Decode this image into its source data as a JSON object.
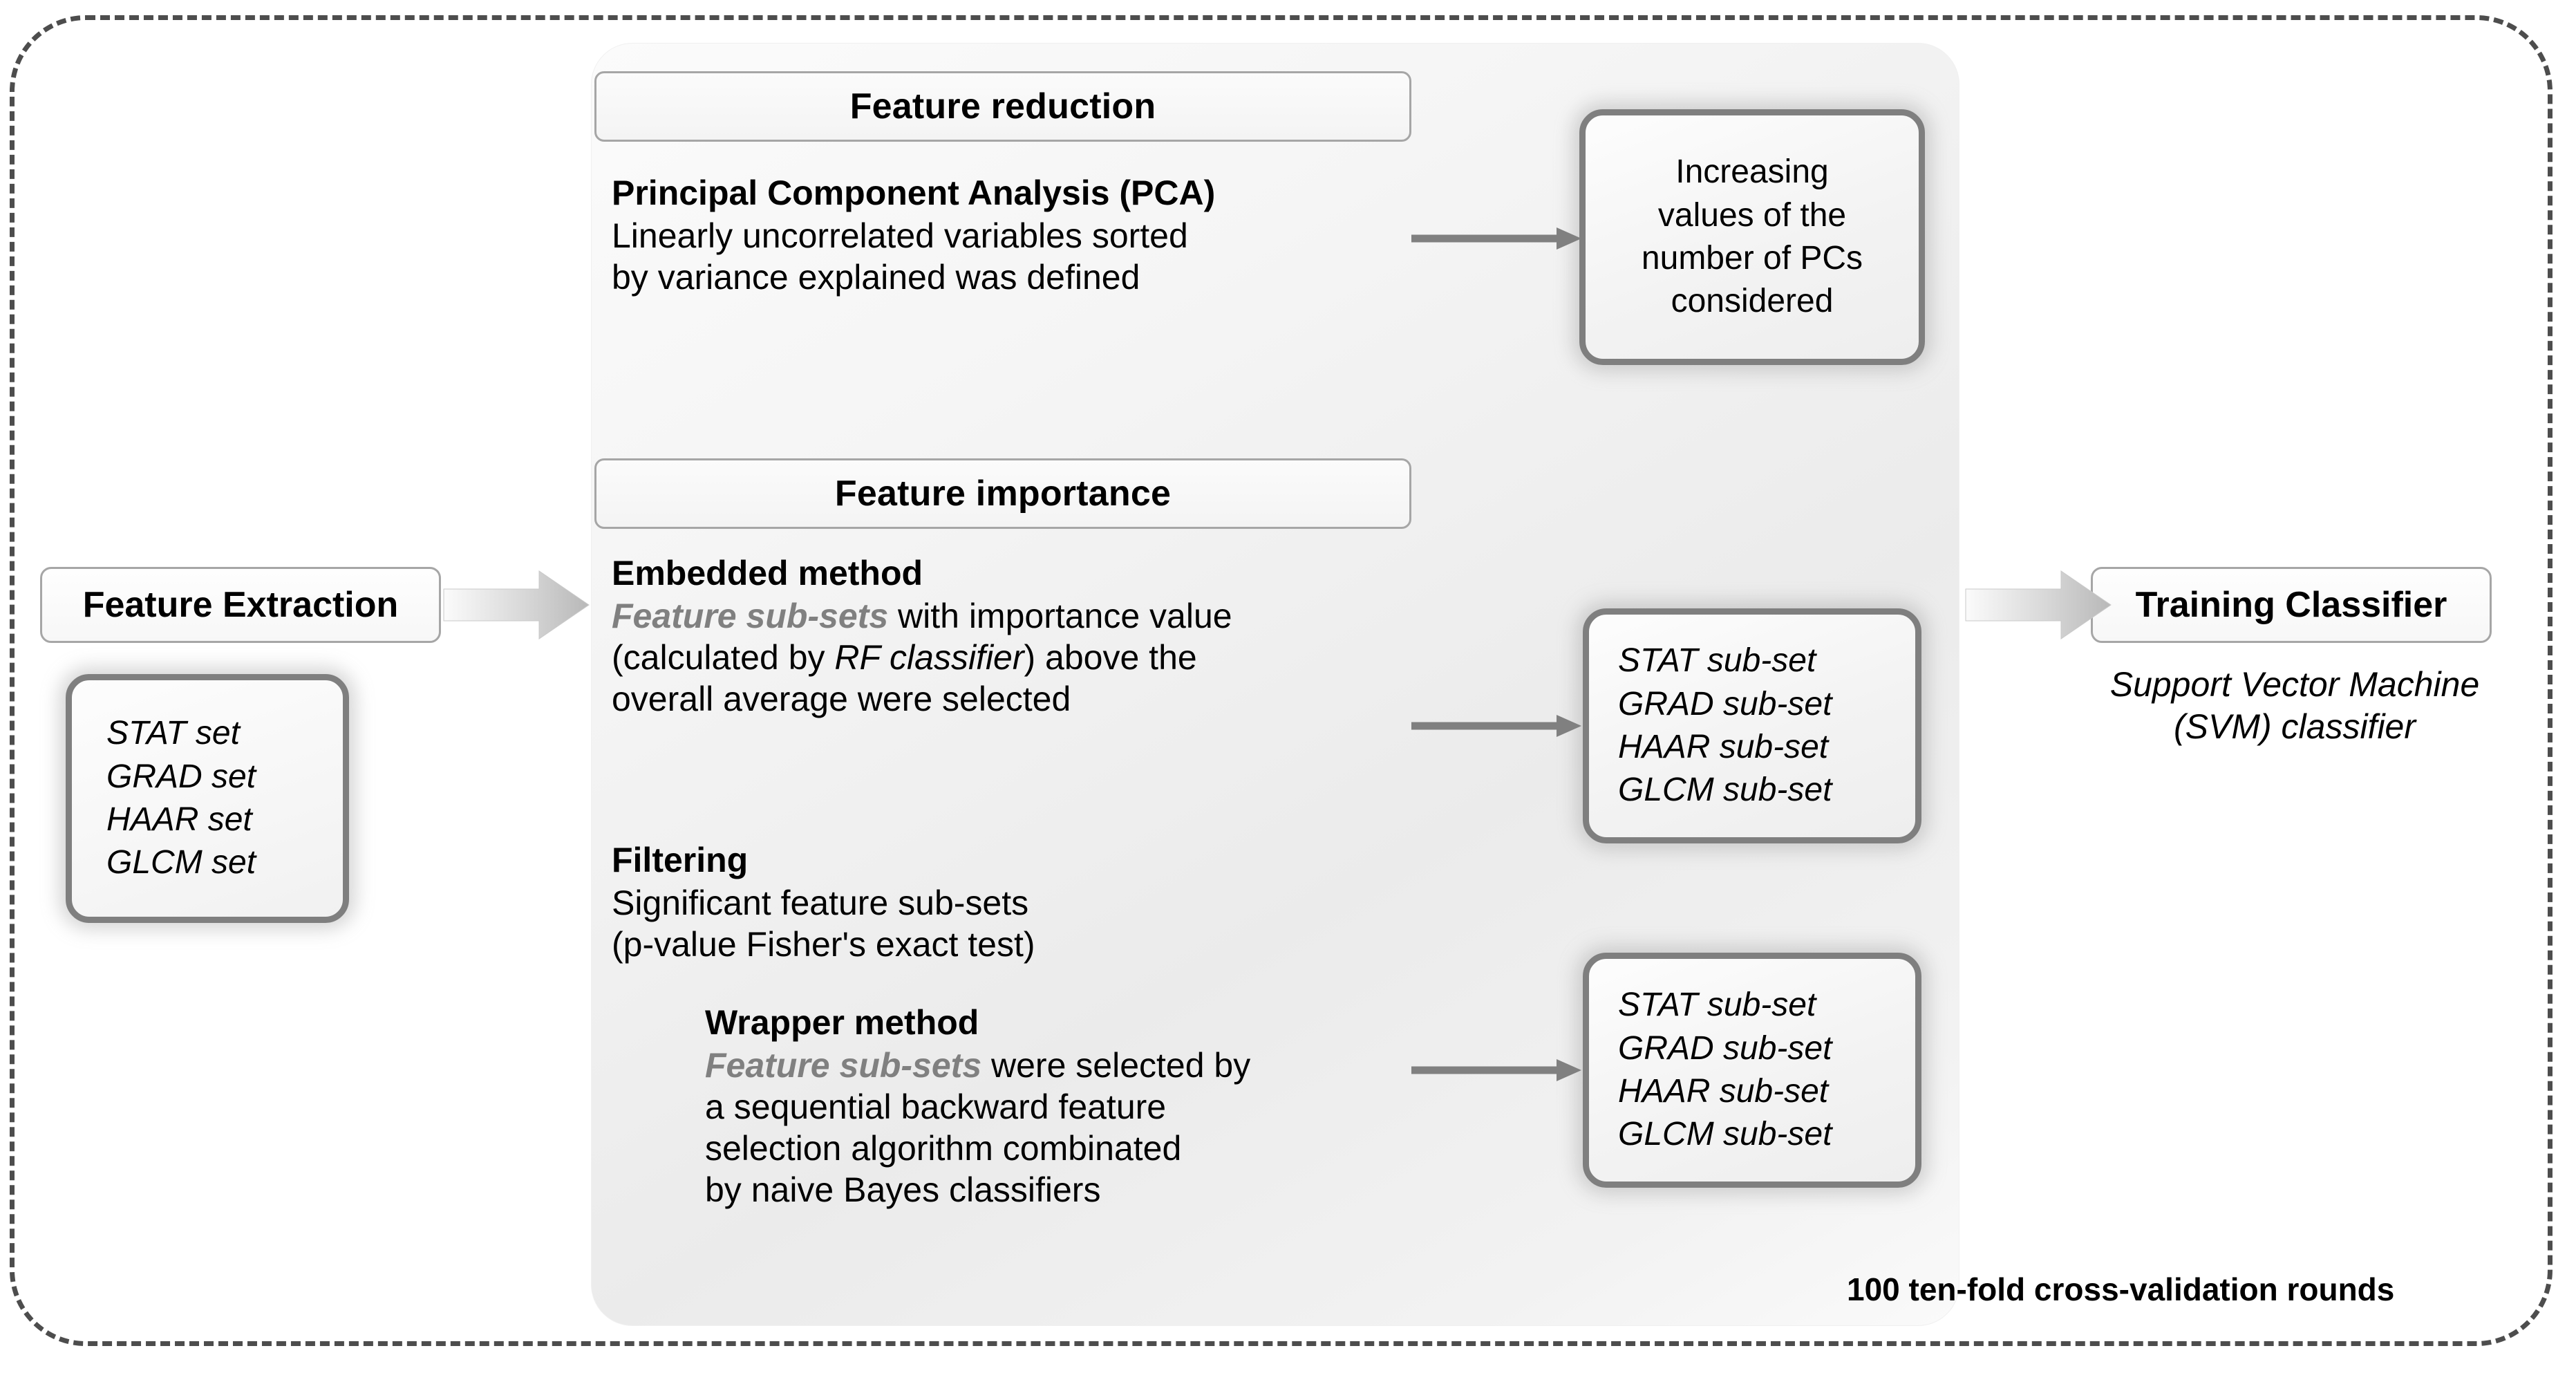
{
  "frame": {
    "footer_caption": "100 ten-fold cross-validation rounds"
  },
  "left": {
    "feature_extraction_label": "Feature Extraction",
    "sets": [
      "STAT set",
      "GRAD set",
      "HAAR set",
      "GLCM set"
    ]
  },
  "panel": {
    "sections": [
      {
        "header": "Feature reduction",
        "heading": "Principal Component Analysis (PCA)",
        "body_line1": "Linearly uncorrelated variables sorted",
        "body_line2": "by variance explained was defined"
      },
      {
        "header": "Feature importance",
        "embedded": {
          "heading": "Embedded method",
          "emph": "Feature sub-sets",
          "body_rest1": " with importance value",
          "body_line2_a": "(calculated by ",
          "body_line2_italic": "RF classifier",
          "body_line2_b": ") above the",
          "body_line3": "overall average were selected"
        },
        "filtering": {
          "heading": "Filtering",
          "body_line1": "Significant feature sub-sets",
          "body_line2": "(p-value Fisher's exact test)"
        },
        "wrapper": {
          "heading": "Wrapper method",
          "emph": "Feature sub-sets",
          "body_rest1": " were selected by",
          "body_line2": "a sequential backward feature",
          "body_line3": "selection algorithm combinated",
          "body_line4": "by naive Bayes classifiers"
        }
      }
    ]
  },
  "outputs": {
    "pcs_box": [
      "Increasing",
      "values of the",
      "number of PCs",
      "considered"
    ],
    "embedded_box": [
      "STAT sub-set",
      "GRAD sub-set",
      "HAAR sub-set",
      "GLCM sub-set"
    ],
    "wrapper_box": [
      "STAT sub-set",
      "GRAD sub-set",
      "HAAR sub-set",
      "GLCM sub-set"
    ]
  },
  "right": {
    "training_classifier_label": "Training Classifier",
    "svm_line1": "Support Vector Machine",
    "svm_line2": "(SVM) classifier"
  },
  "colors": {
    "frame_dash": "#4d4d4d",
    "box_border": "#7f7f7f",
    "header_border": "#a6a6a6",
    "emph_gray": "#808080",
    "arrow_gray": "#808080"
  }
}
